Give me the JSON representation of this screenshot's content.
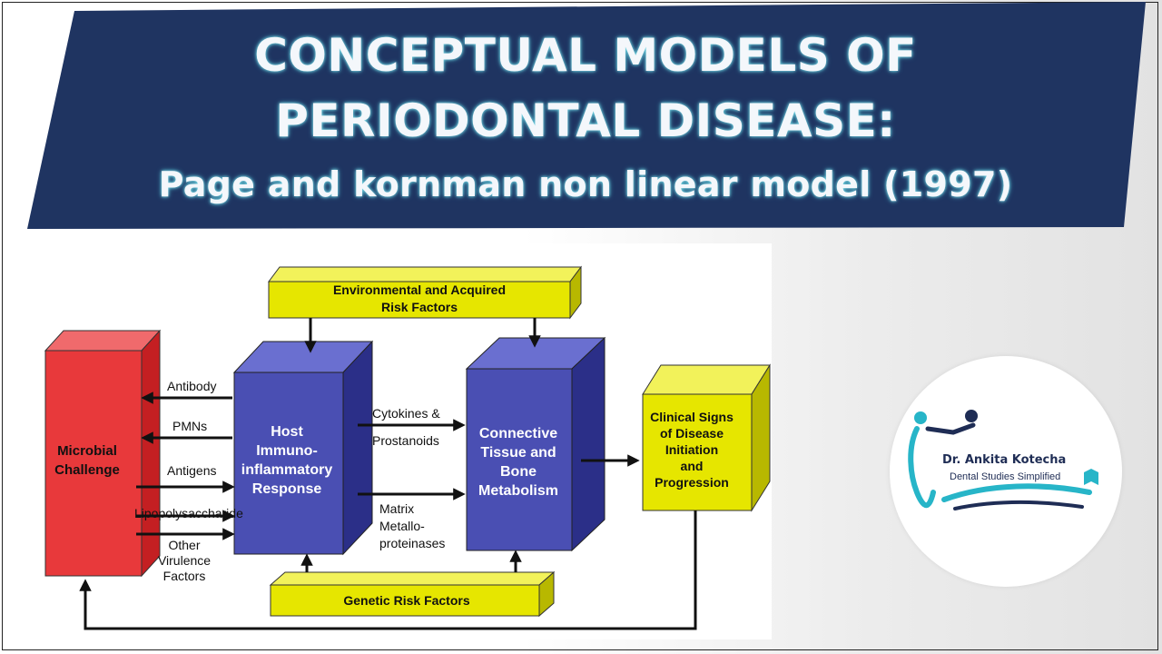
{
  "header": {
    "title_line1": "CONCEPTUAL MODELS OF",
    "title_line2": "PERIODONTAL DISEASE:",
    "subtitle": "Page and kornman non linear model (1997)"
  },
  "colors": {
    "banner": "#1f3461",
    "microbial": "#e8393b",
    "host": "#4a4fb3",
    "risk": "#e6e600",
    "title_glow": "#7fdbe8",
    "logo_teal": "#27b5c8",
    "logo_navy": "#1f2d55"
  },
  "diagram": {
    "environmental_line1": "Environmental and Acquired",
    "environmental_line2": "Risk Factors",
    "microbial_line1": "Microbial",
    "microbial_line2": "Challenge",
    "host_line1": "Host",
    "host_line2": "Immuno-",
    "host_line3": "inflammatory",
    "host_line4": "Response",
    "connective_line1": "Connective",
    "connective_line2": "Tissue and",
    "connective_line3": "Bone",
    "connective_line4": "Metabolism",
    "clinical_line1": "Clinical Signs",
    "clinical_line2": "of Disease",
    "clinical_line3": "Initiation",
    "clinical_line4": "and",
    "clinical_line5": "Progression",
    "genetic": "Genetic Risk Factors",
    "antibody": "Antibody",
    "pmns": "PMNs",
    "antigens": "Antigens",
    "lipopolysaccharide": "Lipopolysaccharide",
    "other_line1": "Other",
    "other_line2": "Virulence",
    "other_line3": "Factors",
    "cytokines_line1": "Cytokines &",
    "cytokines_line2": "Prostanoids",
    "matrix_line1": "Matrix",
    "matrix_line2": "Metallo-",
    "matrix_line3": "proteinases"
  },
  "logo": {
    "name": "Dr. Ankita Kotecha",
    "tagline": "Dental Studies Simplified"
  }
}
